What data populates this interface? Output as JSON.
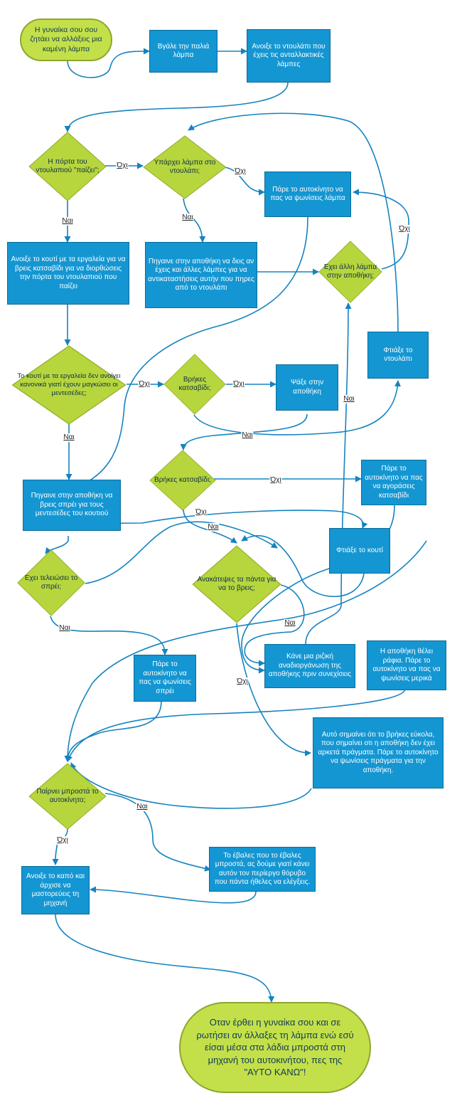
{
  "colors": {
    "process": "#1496d2",
    "terminal": "#c3e04a",
    "decision": "#b7d63e",
    "edge": "#1583c0"
  },
  "nodes": {
    "start": "Η γυναίκα σου σου ζητάει να αλλάξεις μια καμένη λάμπα",
    "remove_lamp": "Βγάλε την παλιά λάμπα",
    "open_cabinet": "Ανοιξε το ντουλάπι που έχεις τις ανταλλακτικές λάμπες",
    "door_sticks": "Η πόρτα του ντουλαπιού \"παίζει\";",
    "lamp_in_cabinet": "Υπάρχει λάμπα στο ντουλάπι;",
    "drive_buy_lamp": "Πάρε το αυτοκίνητο να πας να ψωνίσεις λάμπα",
    "open_toolbox": "Ανοιξε το κουτί με τα εργαλεία για να βρεις κατσαβίδι για να διορθώσεις την πόρτα του ντουλαπιού που παίζει",
    "go_storage_replace": "Πηγαινε στην αποθήκη να δεις αν έχεις και άλλες λάμπες για να αντικαταστήσεις αυτήν που πηρες από το ντουλάπι",
    "other_lamp_storage": "Εχει άλλη λάμπα στην αποθήκη;",
    "fix_cabinet": "Φτιάξε το ντουλάπι",
    "toolbox_stuck": "Το κουτί με τα εργαλεία δεν ανοίγει κανονικά γιατί έχουν μαγκώσει οι μεντεσέδες;",
    "found_screwdriver_1": "Βρήκες κατσαβίδι;",
    "search_storage": "Ψάξε στην αποθήκη",
    "found_screwdriver_2": "Βρήκες κατσαβίδι;",
    "drive_buy_screwdriver": "Πάρε το αυτοκίνητο να πας να αγοράσεις κατσαβίδι",
    "go_storage_spray": "Πηγαινε στην αποθήκη να βρεις σπρέι για τους μεντεσέδες του κουτιού",
    "spray_finished": "Εχει τελειώσει το σπρέι;",
    "fix_box": "Φτιάξε το κουτί",
    "messed_everything": "Ανακάτεψες τα πάντα για να το βρεις;",
    "drive_buy_spray": "Πάρε το αυτοκίνητο να πας να ψωνίσεις σπρέι",
    "reorganize_storage": "Κάνε μια ριζική αναδιοργάνωση της αποθήκης πριν συνεχίσεις",
    "storage_shelves": "Η αποθήκη θέλει ράφια. Πάρε το αυτοκίνητο να πας να ψωνίσεις μερικά",
    "found_easily": "Αυτό σημαίνει ότι το βρήκες εύκολα, που σημαίνει οτι η αποθήκη δεν έχει αρκετά πράγματα. Πάρε το αυτοκίνητο να ψωνίσεις πράγματα για  την αποθήκη.",
    "car_front": "Παίρνει μπροστά το αυτοκίνητο;",
    "open_hood": "Ανοιξε το καπό και άρχισε να μαστορεύεις τη μηχανή",
    "noise_check": "Το έβαλες που το έβαλες μπροστά, ας δούμε γιατί κάνει αυτόν τον περίεργο θόρυβο που πάντα ήθελες να ελέγξεις.",
    "end": "Οταν έρθει η γυναίκα σου και σε ρωτήσει αν άλλαξες τη λάμπα ενώ εσύ είσαι μέσα στα λάδια μπροστά στη μηχανή του αυτοκινήτου, πες της \"ΑΥΤΟ ΚΑΝΩ\"!"
  },
  "labels": {
    "no_1": "Όχι",
    "no_2": "Όχι",
    "no_3": "Όχι",
    "no_4": "Όχι",
    "no_5": "Όχι",
    "no_6": "Όχι",
    "no_7": "Όχι",
    "no_8": "Όχι",
    "no_9": "Όχι",
    "yes_1": "Ναι",
    "yes_2": "Ναι",
    "yes_3": "Ναι",
    "yes_4": "Ναι",
    "yes_5": "Ναι",
    "yes_6": "Ναι",
    "yes_7": "Ναι",
    "yes_8": "Ναι",
    "yes_9": "Ναι"
  }
}
